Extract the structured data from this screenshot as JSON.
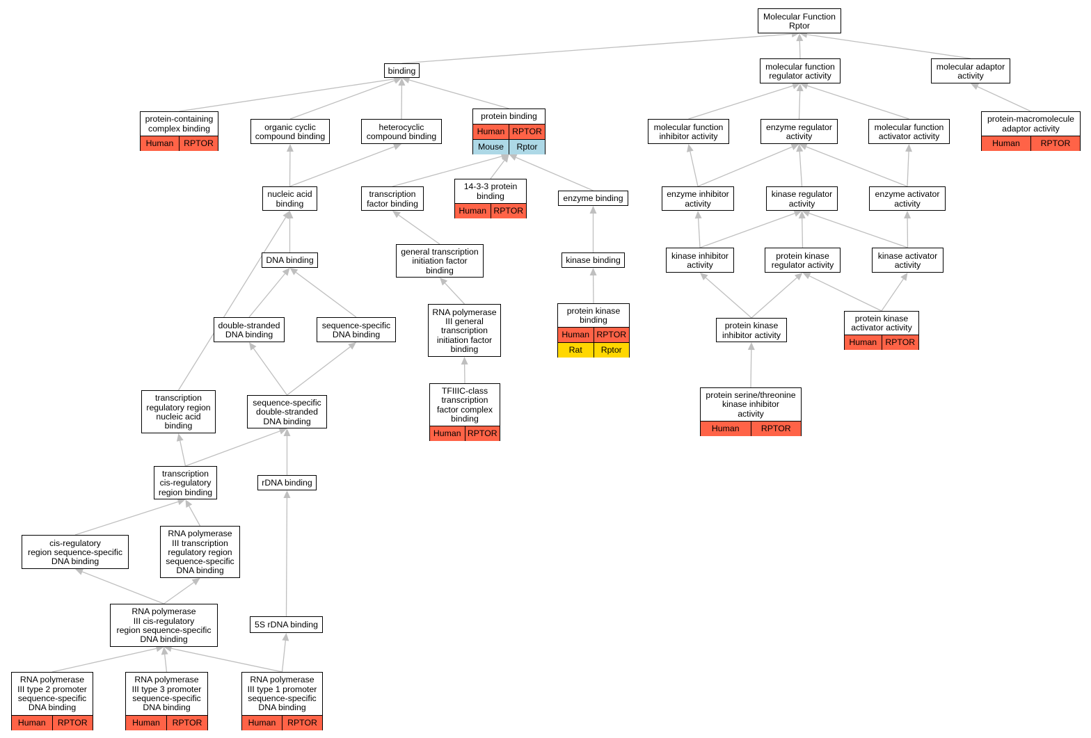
{
  "colors": {
    "human": "#ff6347",
    "mouse": "#add8e6",
    "rat": "#ffd700",
    "edge": "#bfbfbf",
    "border": "#000000"
  },
  "nodes": {
    "root": {
      "label": "Molecular Function\nRptor"
    },
    "binding": {
      "label": "binding"
    },
    "mfra": {
      "label": "molecular function\nregulator activity"
    },
    "mada": {
      "label": "molecular adaptor\nactivity"
    },
    "pccb": {
      "label": "protein-containing\ncomplex binding",
      "rows": [
        {
          "species": "Human",
          "gene": "RPTOR",
          "color": "human"
        }
      ]
    },
    "occb": {
      "label": "organic cyclic\ncompound binding"
    },
    "hccb": {
      "label": "heterocyclic\ncompound binding"
    },
    "pb": {
      "label": "protein binding",
      "rows": [
        {
          "species": "Human",
          "gene": "RPTOR",
          "color": "human"
        },
        {
          "species": "Mouse",
          "gene": "Rptor",
          "color": "mouse"
        }
      ]
    },
    "mfia": {
      "label": "molecular function\ninhibitor activity"
    },
    "era": {
      "label": "enzyme regulator\nactivity"
    },
    "mfaa": {
      "label": "molecular function\nactivator activity"
    },
    "pmaa": {
      "label": "protein-macromolecule\nadaptor activity",
      "rows": [
        {
          "species": "Human",
          "gene": "RPTOR",
          "color": "human"
        }
      ]
    },
    "nab": {
      "label": "nucleic acid\nbinding"
    },
    "tfb": {
      "label": "transcription\nfactor binding"
    },
    "p1433": {
      "label": "14-3-3 protein\nbinding",
      "rows": [
        {
          "species": "Human",
          "gene": "RPTOR",
          "color": "human"
        }
      ]
    },
    "eb": {
      "label": "enzyme binding"
    },
    "eia": {
      "label": "enzyme inhibitor\nactivity"
    },
    "kra": {
      "label": "kinase regulator\nactivity"
    },
    "eaa": {
      "label": "enzyme activator\nactivity"
    },
    "dnab": {
      "label": "DNA binding"
    },
    "gtifb": {
      "label": "general transcription\ninitiation factor\nbinding"
    },
    "kb": {
      "label": "kinase binding"
    },
    "kia": {
      "label": "kinase inhibitor\nactivity"
    },
    "pkra": {
      "label": "protein kinase\nregulator activity"
    },
    "kaa": {
      "label": "kinase activator\nactivity"
    },
    "dsdb": {
      "label": "double-stranded\nDNA binding"
    },
    "ssdb": {
      "label": "sequence-specific\nDNA binding"
    },
    "rnap3gtif": {
      "label": "RNA polymerase\nIII general\ntranscription\ninitiation factor\nbinding"
    },
    "pkb": {
      "label": "protein kinase\nbinding",
      "rows": [
        {
          "species": "Human",
          "gene": "RPTOR",
          "color": "human"
        },
        {
          "species": "Rat",
          "gene": "Rptor",
          "color": "rat"
        }
      ]
    },
    "pkia": {
      "label": "protein kinase\ninhibitor activity"
    },
    "pkaa": {
      "label": "protein kinase\nactivator activity",
      "rows": [
        {
          "species": "Human",
          "gene": "RPTOR",
          "color": "human"
        }
      ]
    },
    "trrnab": {
      "label": "transcription\nregulatory region\nnucleic acid\nbinding"
    },
    "ssdsdb": {
      "label": "sequence-specific\ndouble-stranded\nDNA binding"
    },
    "tfiiic": {
      "label": "TFIIIC-class\ntranscription\nfactor complex\nbinding",
      "rows": [
        {
          "species": "Human",
          "gene": "RPTOR",
          "color": "human"
        }
      ]
    },
    "pstkia": {
      "label": "protein serine/threonine\nkinase inhibitor\nactivity",
      "rows": [
        {
          "species": "Human",
          "gene": "RPTOR",
          "color": "human"
        }
      ]
    },
    "tcrrb": {
      "label": "transcription\ncis-regulatory\nregion binding"
    },
    "rdnab": {
      "label": "rDNA binding"
    },
    "crrssdb": {
      "label": "cis-regulatory\nregion sequence-specific\nDNA binding"
    },
    "rnap3trr": {
      "label": "RNA polymerase\nIII transcription\nregulatory region\nsequence-specific\nDNA binding"
    },
    "rnap3crr": {
      "label": "RNA polymerase\nIII cis-regulatory\nregion sequence-specific\nDNA binding"
    },
    "r5sdnab": {
      "label": "5S rDNA binding"
    },
    "rnap3t2": {
      "label": "RNA polymerase\nIII type 2 promoter\nsequence-specific\nDNA binding",
      "rows": [
        {
          "species": "Human",
          "gene": "RPTOR",
          "color": "human"
        }
      ]
    },
    "rnap3t3": {
      "label": "RNA polymerase\nIII type 3 promoter\nsequence-specific\nDNA binding",
      "rows": [
        {
          "species": "Human",
          "gene": "RPTOR",
          "color": "human"
        }
      ]
    },
    "rnap3t1": {
      "label": "RNA polymerase\nIII type 1 promoter\nsequence-specific\nDNA binding",
      "rows": [
        {
          "species": "Human",
          "gene": "RPTOR",
          "color": "human"
        }
      ]
    }
  },
  "edges": [
    {
      "from": "binding",
      "to": "root"
    },
    {
      "from": "mfra",
      "to": "root"
    },
    {
      "from": "mada",
      "to": "root"
    },
    {
      "from": "pccb",
      "to": "binding"
    },
    {
      "from": "occb",
      "to": "binding"
    },
    {
      "from": "hccb",
      "to": "binding"
    },
    {
      "from": "pb",
      "to": "binding"
    },
    {
      "from": "mfia",
      "to": "mfra"
    },
    {
      "from": "era",
      "to": "mfra"
    },
    {
      "from": "mfaa",
      "to": "mfra"
    },
    {
      "from": "pmaa",
      "to": "mada"
    },
    {
      "from": "nab",
      "to": "occb"
    },
    {
      "from": "nab",
      "to": "hccb"
    },
    {
      "from": "tfb",
      "to": "pb"
    },
    {
      "from": "p1433",
      "to": "pb"
    },
    {
      "from": "eb",
      "to": "pb"
    },
    {
      "from": "eia",
      "to": "mfia"
    },
    {
      "from": "eia",
      "to": "era"
    },
    {
      "from": "kra",
      "to": "era"
    },
    {
      "from": "eaa",
      "to": "era"
    },
    {
      "from": "eaa",
      "to": "mfaa"
    },
    {
      "from": "dnab",
      "to": "nab"
    },
    {
      "from": "trrnab",
      "to": "nab"
    },
    {
      "from": "gtifb",
      "to": "tfb"
    },
    {
      "from": "kb",
      "to": "eb"
    },
    {
      "from": "kia",
      "to": "eia"
    },
    {
      "from": "kia",
      "to": "kra"
    },
    {
      "from": "pkra",
      "to": "kra"
    },
    {
      "from": "kaa",
      "to": "kra"
    },
    {
      "from": "kaa",
      "to": "eaa"
    },
    {
      "from": "dsdb",
      "to": "dnab"
    },
    {
      "from": "ssdb",
      "to": "dnab"
    },
    {
      "from": "rnap3gtif",
      "to": "gtifb"
    },
    {
      "from": "pkb",
      "to": "kb"
    },
    {
      "from": "pkia",
      "to": "kia"
    },
    {
      "from": "pkia",
      "to": "pkra"
    },
    {
      "from": "pkaa",
      "to": "pkra"
    },
    {
      "from": "pkaa",
      "to": "kaa"
    },
    {
      "from": "ssdsdb",
      "to": "dsdb"
    },
    {
      "from": "ssdsdb",
      "to": "ssdb"
    },
    {
      "from": "tfiiic",
      "to": "rnap3gtif"
    },
    {
      "from": "pstkia",
      "to": "pkia"
    },
    {
      "from": "tcrrb",
      "to": "trrnab"
    },
    {
      "from": "tcrrb",
      "to": "ssdsdb"
    },
    {
      "from": "rdnab",
      "to": "ssdsdb"
    },
    {
      "from": "crrssdb",
      "to": "tcrrb"
    },
    {
      "from": "rnap3trr",
      "to": "tcrrb"
    },
    {
      "from": "rnap3crr",
      "to": "crrssdb"
    },
    {
      "from": "rnap3crr",
      "to": "rnap3trr"
    },
    {
      "from": "r5sdnab",
      "to": "rdnab"
    },
    {
      "from": "rnap3t2",
      "to": "rnap3crr"
    },
    {
      "from": "rnap3t3",
      "to": "rnap3crr"
    },
    {
      "from": "rnap3t1",
      "to": "rnap3crr"
    },
    {
      "from": "rnap3t1",
      "to": "r5sdnab"
    }
  ]
}
